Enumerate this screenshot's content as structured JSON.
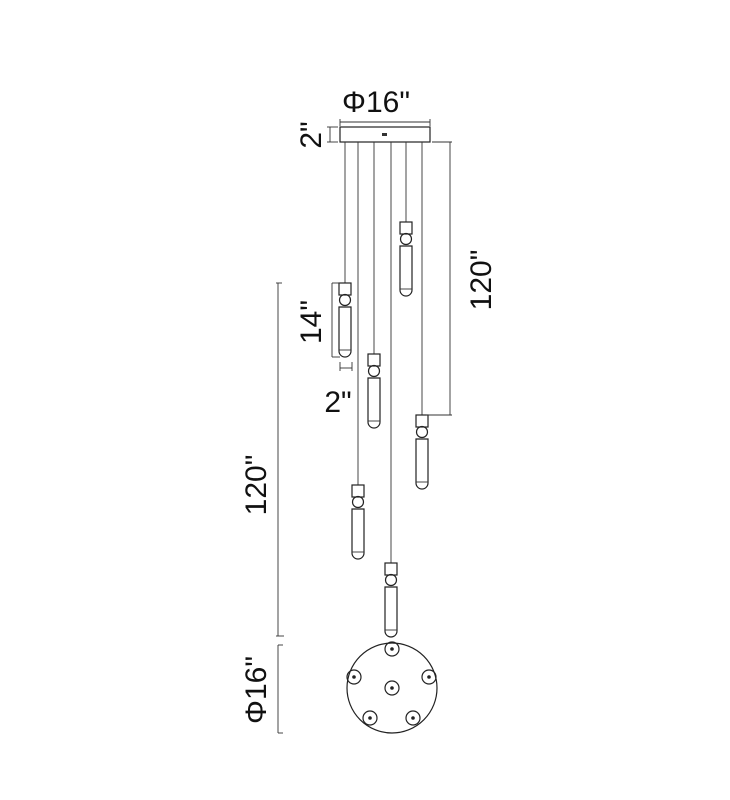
{
  "dimensions": {
    "canopy_diameter": "Φ16\"",
    "canopy_height": "2\"",
    "max_drop_right": "120\"",
    "pendant_height": "14\"",
    "pendant_diameter": "2\"",
    "overall_drop_left": "120\"",
    "bottom_diameter": "Φ16\""
  },
  "colors": {
    "line": "#222222",
    "background": "#ffffff"
  }
}
